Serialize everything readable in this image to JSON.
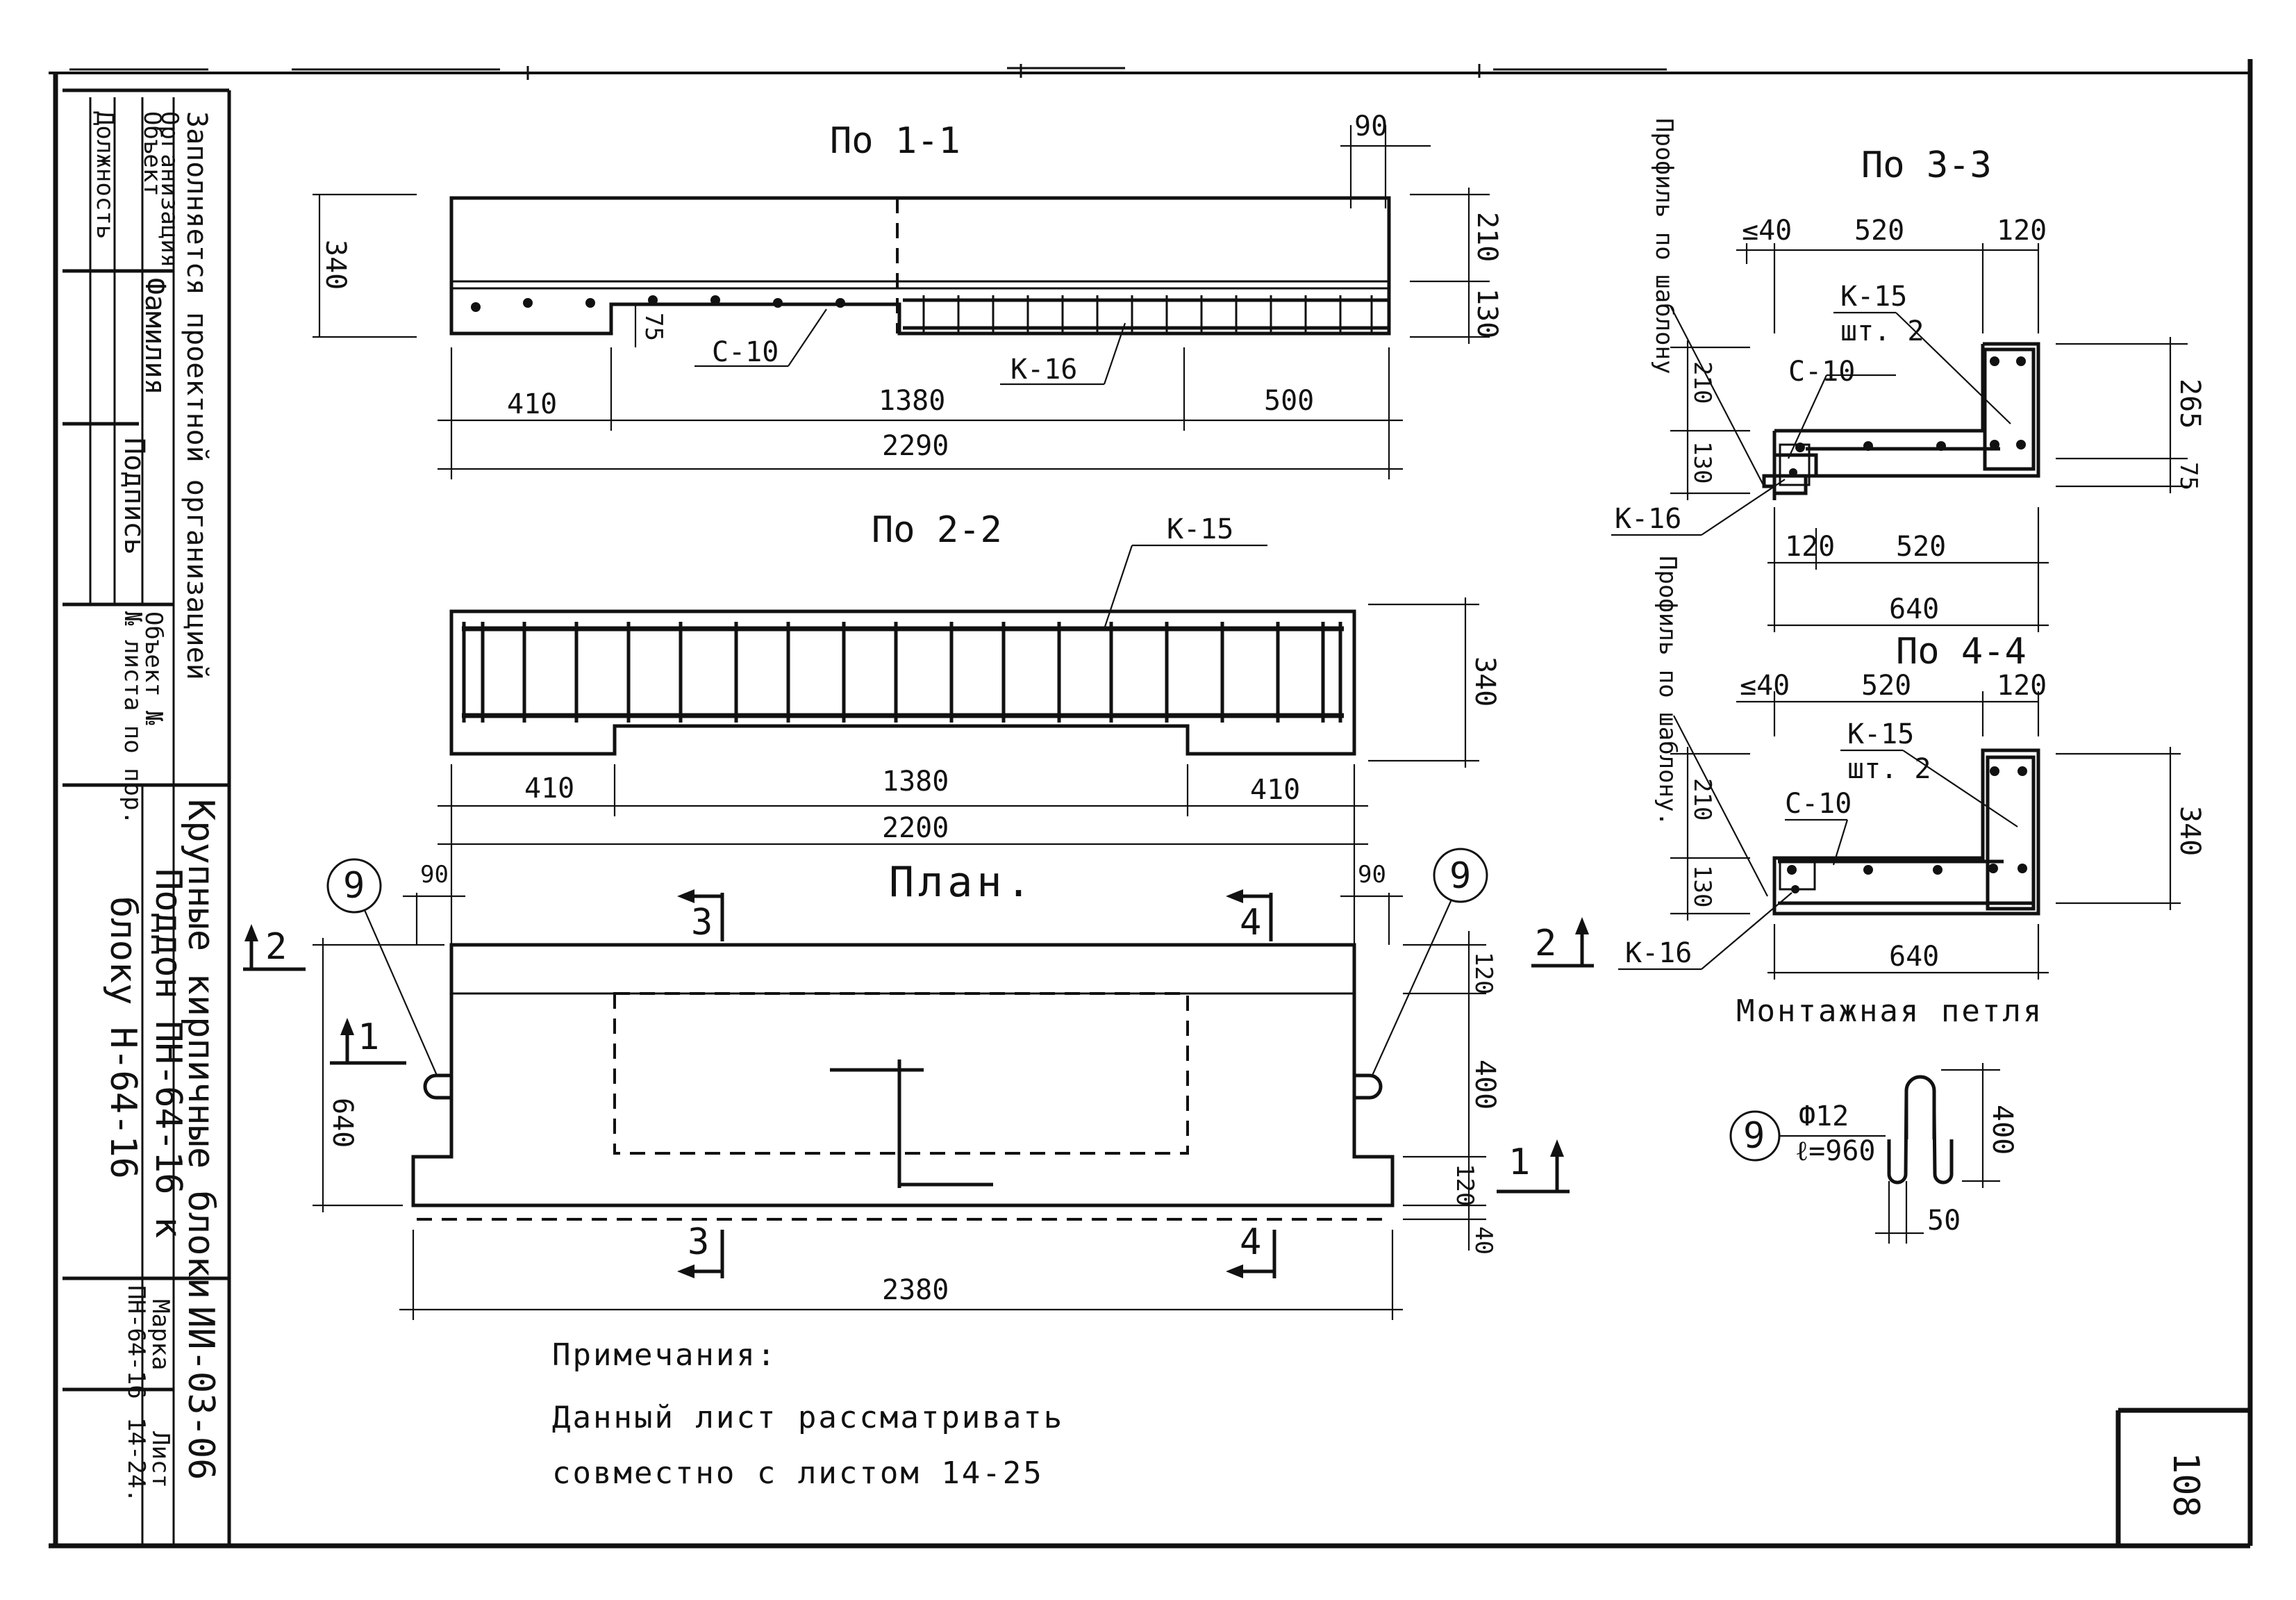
{
  "title_block": {
    "filled_by": "Заполняется проектной организацией",
    "organization": "Организация",
    "object": "Объект",
    "position": "Должность",
    "surname": "Фамилия",
    "signature": "Подпись",
    "object_no": "Объект №",
    "sheet_no_order": "№ листа по пор.",
    "series": "Крупные кирпичные блоки",
    "product": "Поддон ПН-64-16 к",
    "product_2": "блоку Н-64-16",
    "doc_code": "ИИ-03-06",
    "mark_label": "Марка",
    "mark_value": "ПН-64-16",
    "sheet_label": "Лист",
    "sheet_value": "14-24."
  },
  "sheet_number": "108",
  "section_titles": {
    "s11": "По 1-1",
    "s22": "По 2-2",
    "plan": "План.",
    "s33": "По 3-3",
    "s44": "По 4-4",
    "loop": "Монтажная петля"
  },
  "side_notes": {
    "profile_1": "Профиль по шаблону",
    "profile_2": "Профиль по шаблону."
  },
  "notes": {
    "heading": "Примечания:",
    "line1": "Данный лист рассматривать",
    "line2": "совместно с листом 14-25"
  },
  "s11": {
    "dim_90": "90",
    "dim_340": "340",
    "dim_210": "210",
    "dim_130": "130",
    "dim_75": "75",
    "dim_410": "410",
    "dim_1380": "1380",
    "dim_500": "500",
    "dim_2290": "2290",
    "c10": "С-10",
    "k16": "К-16"
  },
  "s22": {
    "k15": "К-15",
    "dim_340": "340",
    "dim_410_l": "410",
    "dim_1380": "1380",
    "dim_410_r": "410",
    "dim_2200": "2200"
  },
  "plan": {
    "loop_mark_l": "9",
    "loop_mark_r": "9",
    "dim_90_l": "90",
    "dim_90_r": "90",
    "cut_2_l": "2",
    "cut_2_r": "2",
    "cut_1_l": "1",
    "cut_1_r": "1",
    "cut_3_t": "3",
    "cut_4_t": "4",
    "cut_3_b": "3",
    "cut_4_b": "4",
    "dim_640": "640",
    "dim_120_t": "120",
    "dim_400": "400",
    "dim_120_b": "120",
    "dim_40": "40",
    "dim_2380": "2380"
  },
  "s33": {
    "dim_40": "40",
    "dim_520_t": "520",
    "dim_120_t": "120",
    "k15": "К-15",
    "k15_qty": "шт. 2",
    "c10": "С-10",
    "dim_210": "210",
    "dim_130": "130",
    "dim_265": "265",
    "dim_75": "75",
    "k16": "К-16",
    "dim_120_b": "120",
    "dim_520_b": "520",
    "dim_640": "640"
  },
  "s44": {
    "dim_40": "40",
    "dim_520": "520",
    "dim_120": "120",
    "k15": "К-15",
    "k15_qty": "шт. 2",
    "c10": "С-10",
    "dim_210": "210",
    "dim_130": "130",
    "dim_340": "340",
    "k16": "К-16",
    "dim_640": "640"
  },
  "loop": {
    "mark": "9",
    "dia": "Ф12",
    "len": "ℓ=960",
    "dim_400": "400",
    "dim_50": "50"
  }
}
